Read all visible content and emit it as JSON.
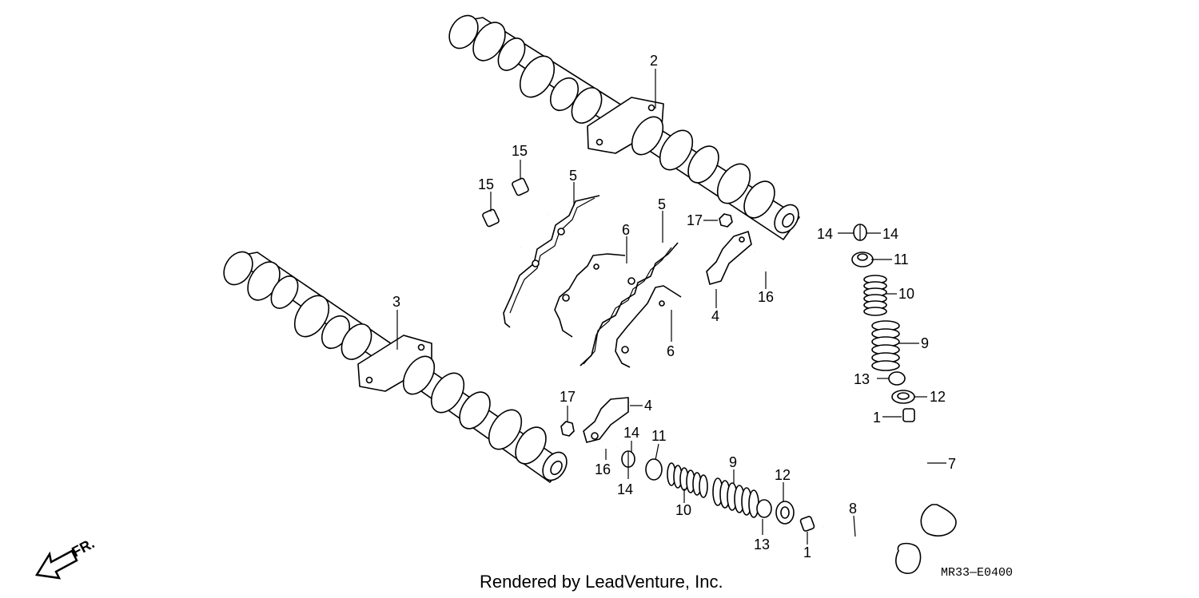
{
  "diagram": {
    "callouts": {
      "c1a": "1",
      "c1b": "1",
      "c2": "2",
      "c3": "3",
      "c4a": "4",
      "c4b": "4",
      "c5a": "5",
      "c5b": "5",
      "c6a": "6",
      "c6b": "6",
      "c7": "7",
      "c8": "8",
      "c9a": "9",
      "c9b": "9",
      "c10a": "10",
      "c10b": "10",
      "c11a": "11",
      "c11b": "11",
      "c12a": "12",
      "c12b": "12",
      "c13a": "13",
      "c13b": "13",
      "c14a": "14",
      "c14b": "14",
      "c14c": "14",
      "c14d": "14",
      "c15a": "15",
      "c15b": "15",
      "c16a": "16",
      "c16b": "16",
      "c17a": "17",
      "c17b": "17"
    },
    "front_marker": "FR.",
    "credit": "Rendered by LeadVenture, Inc.",
    "code": "MR33—E0400"
  }
}
